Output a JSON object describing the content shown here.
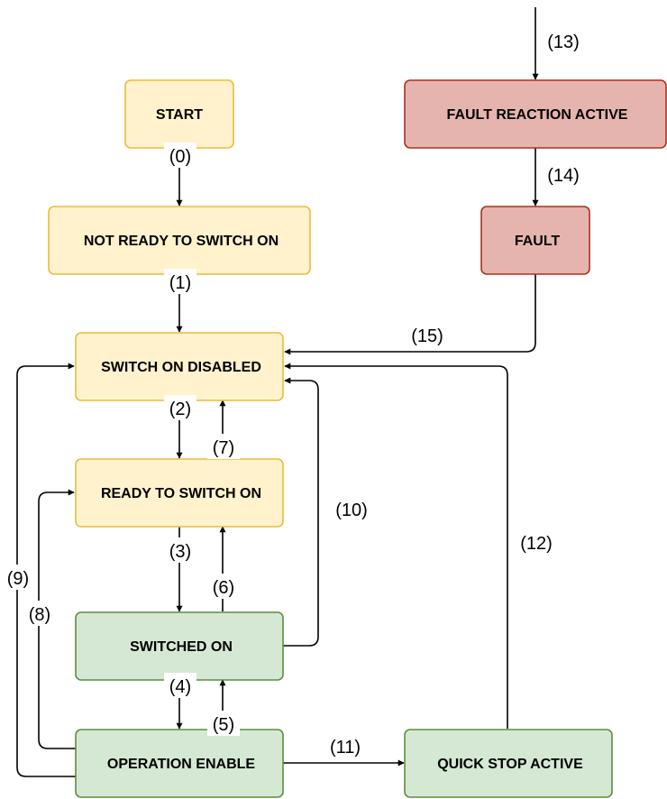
{
  "colors": {
    "yellow_fill": "#fff2cc",
    "yellow_stroke": "#e8bc3c",
    "red_fill": "#e6b4ae",
    "red_stroke": "#a8321e",
    "green_fill": "#d5e8d4",
    "green_stroke": "#5b8f3c"
  },
  "states": {
    "start": "START",
    "not_ready": "NOT READY TO SWITCH ON",
    "switch_on_disabled": "SWITCH ON DISABLED",
    "ready_to_switch_on": "READY TO SWITCH ON",
    "switched_on": "SWITCHED ON",
    "operation_enable": "OPERATION ENABLE",
    "fault_reaction_active": "FAULT REACTION ACTIVE",
    "fault": "FAULT",
    "quick_stop_active": "QUICK STOP ACTIVE"
  },
  "transitions": {
    "t0": "(0)",
    "t1": "(1)",
    "t2": "(2)",
    "t3": "(3)",
    "t4": "(4)",
    "t5": "(5)",
    "t6": "(6)",
    "t7": "(7)",
    "t8": "(8)",
    "t9": "(9)",
    "t10": "(10)",
    "t11": "(11)",
    "t12": "(12)",
    "t13": "(13)",
    "t14": "(14)",
    "t15": "(15)"
  }
}
